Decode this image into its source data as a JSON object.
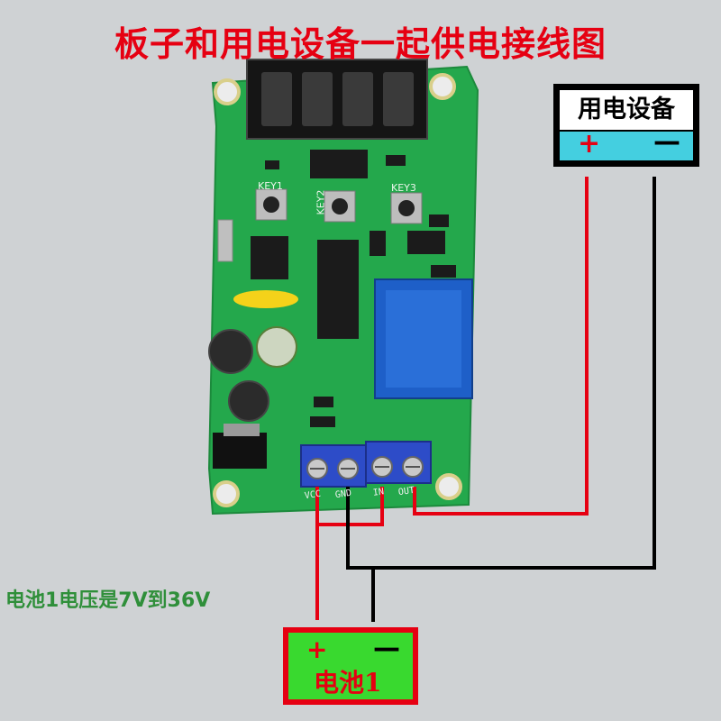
{
  "title": "板子和用电设备一起供电接线图",
  "device": {
    "label": "用电设备",
    "plus": "+",
    "minus": "—"
  },
  "battery": {
    "label": "电池1",
    "plus": "+",
    "minus": "—"
  },
  "voltage_note": "电池1电压是7V到36V",
  "board": {
    "keys": [
      "KEY1",
      "KEY2",
      "KEY3"
    ],
    "terminals": [
      "VCC",
      "GND",
      "IN",
      "OUT"
    ]
  },
  "colors": {
    "title": "#e60012",
    "pcb": "#22a84a",
    "wire_red": "#e60012",
    "wire_black": "#000000",
    "device_band": "#44cfe0",
    "battery_fill": "#39d92f",
    "note": "#2f8f3a"
  }
}
